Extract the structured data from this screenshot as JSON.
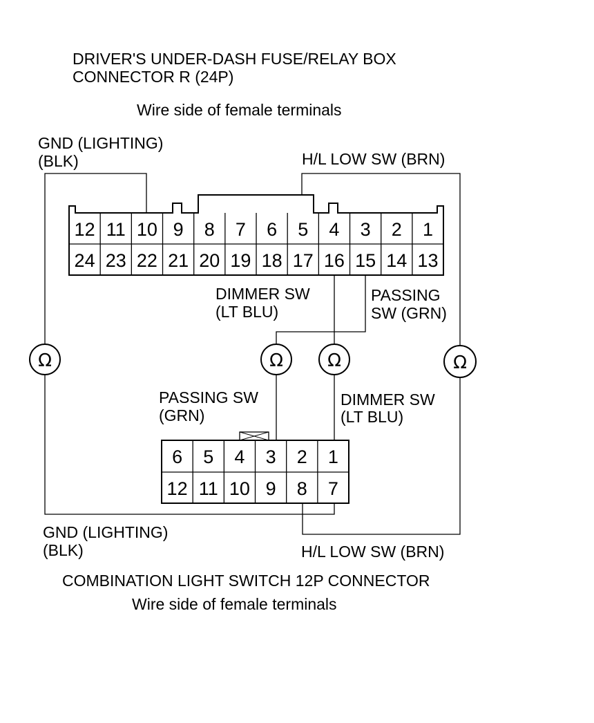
{
  "top_connector": {
    "title_line1": "DRIVER'S UNDER-DASH FUSE/RELAY BOX",
    "title_line2": "CONNECTOR R (24P)",
    "subtitle": "Wire side of female terminals",
    "row1": [
      "12",
      "11",
      "10",
      "9",
      "8",
      "7",
      "6",
      "5",
      "4",
      "3",
      "2",
      "1"
    ],
    "row2": [
      "24",
      "23",
      "22",
      "21",
      "20",
      "19",
      "18",
      "17",
      "16",
      "15",
      "14",
      "13"
    ]
  },
  "bottom_connector": {
    "title": "COMBINATION LIGHT SWITCH 12P CONNECTOR",
    "subtitle": "Wire side of female terminals",
    "row1": [
      "6",
      "5",
      "4",
      "3",
      "2",
      "1"
    ],
    "row2": [
      "12",
      "11",
      "10",
      "9",
      "8",
      "7"
    ]
  },
  "labels": {
    "gnd_top_line1": "GND (LIGHTING)",
    "gnd_top_line2": "(BLK)",
    "hl_low_top": "H/L LOW SW (BRN)",
    "dimmer_top_line1": "DIMMER SW",
    "dimmer_top_line2": "(LT BLU)",
    "passing_top_line1": "PASSING",
    "passing_top_line2": "SW (GRN)",
    "passing_bottom_line1": "PASSING SW",
    "passing_bottom_line2": "(GRN)",
    "dimmer_bottom_line1": "DIMMER SW",
    "dimmer_bottom_line2": "(LT BLU)",
    "gnd_bottom_line1": "GND (LIGHTING)",
    "gnd_bottom_line2": "(BLK)",
    "hl_low_bottom": "H/L LOW SW (BRN)"
  },
  "ohmmeter_symbol": "Ω",
  "icons": [
    "ohmmeter-icon",
    "connector-latch-icon"
  ]
}
